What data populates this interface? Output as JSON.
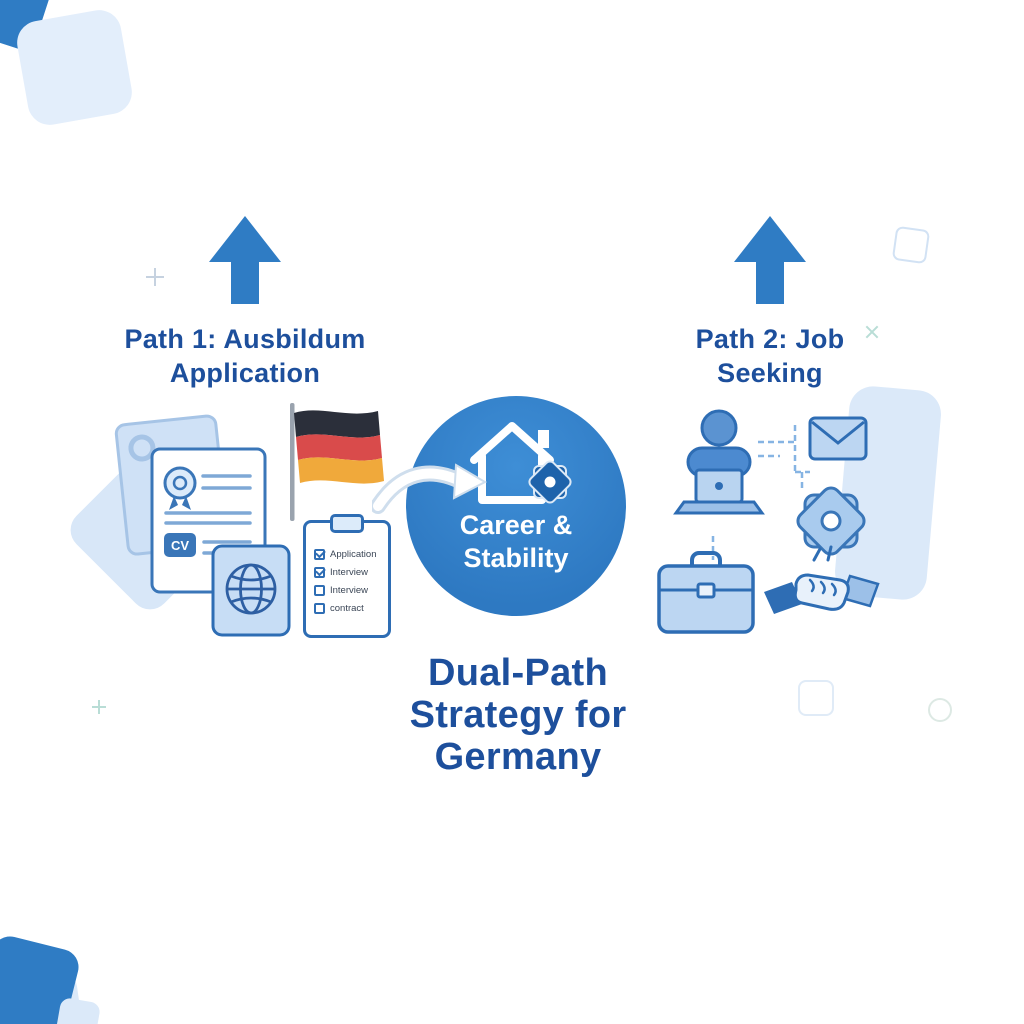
{
  "page": {
    "background": "#ffffff"
  },
  "colors": {
    "primary_blue": "#2f7cc4",
    "dark_blue_text": "#1d4f9c",
    "outline_blue": "#2e6db4",
    "light_blue_fill": "#bcd6f2",
    "pale_blue": "#dbe9f9",
    "circle_blue": "#3182cb",
    "flag_black": "#2b2f3a",
    "flag_red": "#d94b4b",
    "flag_gold": "#f0a93b"
  },
  "paths": {
    "path1": {
      "title": "Path 1: Ausbildum Application",
      "lines": [
        "Path 1: Ausbildum",
        "Application"
      ]
    },
    "path2": {
      "title": "Path 2: Job Seeking",
      "lines": [
        "Path 2: Job",
        "Seeking"
      ]
    }
  },
  "left_cluster": {
    "cv_label": "CV",
    "checklist": {
      "items": [
        {
          "label": "Application",
          "checked": true
        },
        {
          "label": "Interview",
          "checked": true
        },
        {
          "label": "Interview",
          "checked": false
        },
        {
          "label": "contract",
          "checked": false
        }
      ]
    }
  },
  "center": {
    "circle_lines": [
      "Career &",
      "Stability"
    ]
  },
  "main_title": {
    "lines": [
      "Dual-Path",
      "Strategy for",
      "Germany"
    ]
  },
  "icons": {
    "left": [
      "documents-icon",
      "award-ribbon-icon",
      "cv-badge",
      "german-flag-icon",
      "passport-globe-icon",
      "checklist-icon"
    ],
    "center": [
      "house-icon",
      "gear-icon",
      "curved-arrow-icon"
    ],
    "right": [
      "person-laptop-icon",
      "envelope-icon",
      "gear-icon",
      "briefcase-icon",
      "handshake-icon"
    ]
  }
}
